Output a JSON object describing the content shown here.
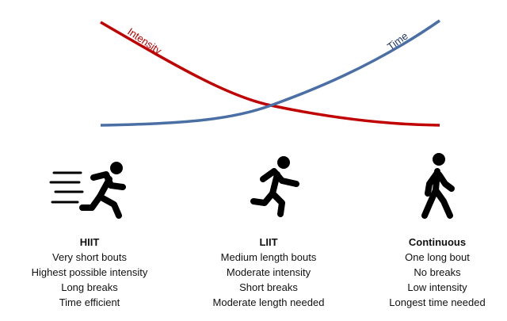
{
  "curves": {
    "intensity_label": "Intensity",
    "time_label": "Time",
    "intensity_color": "#c00000",
    "time_color": "#4a6fa5"
  },
  "columns": [
    {
      "icon": "sprinting-person-icon",
      "title": "HIIT",
      "lines": [
        "Very short bouts",
        "Highest possible intensity",
        "Long breaks",
        "Time efficient"
      ]
    },
    {
      "icon": "running-person-icon",
      "title": "LIIT",
      "lines": [
        "Medium length bouts",
        "Moderate intensity",
        "Short breaks",
        "Moderate length needed"
      ]
    },
    {
      "icon": "walking-person-icon",
      "title": "Continuous",
      "lines": [
        "One long bout",
        "No breaks",
        "Low intensity",
        "Longest time needed"
      ]
    }
  ]
}
